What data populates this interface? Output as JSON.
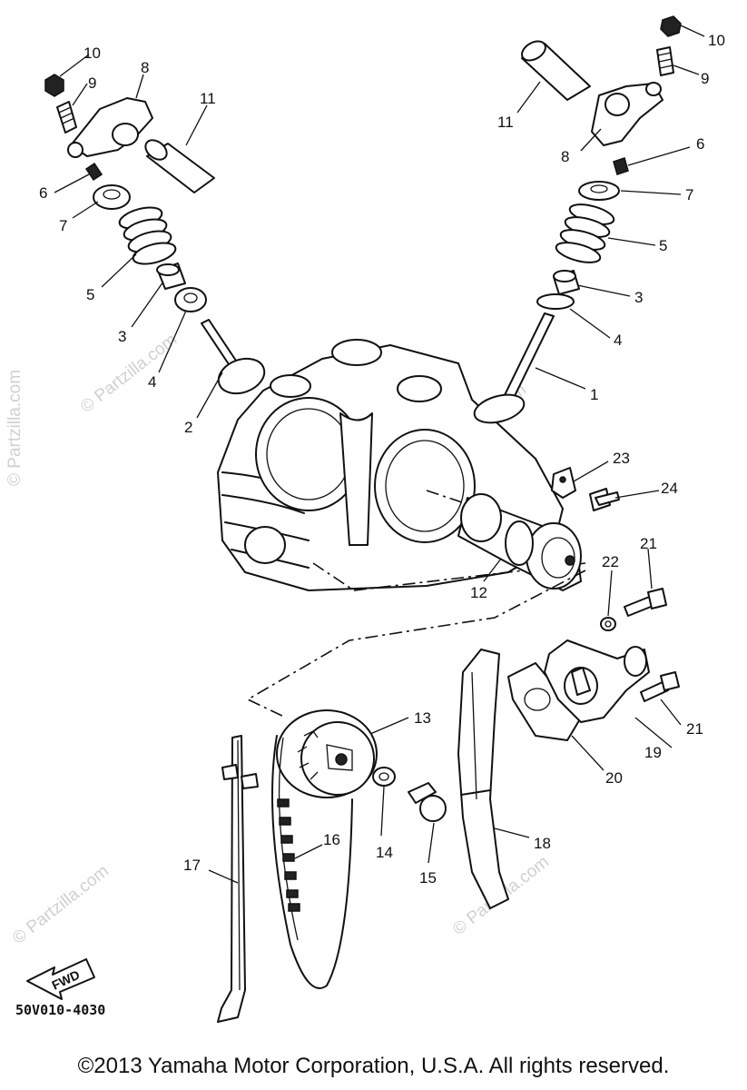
{
  "watermark": {
    "text": "© Partzilla.com"
  },
  "callouts": {
    "c1": "1",
    "c2": "2",
    "c3_left": "3",
    "c3_right": "3",
    "c4_left": "4",
    "c4_right": "4",
    "c5_left": "5",
    "c5_right": "5",
    "c6_left": "6",
    "c6_right": "6",
    "c7_left": "7",
    "c7_right": "7",
    "c8_left": "8",
    "c8_right": "8",
    "c9_left": "9",
    "c9_right": "9",
    "c10_left": "10",
    "c10_right": "10",
    "c11_left": "11",
    "c11_right": "11",
    "c12": "12",
    "c13": "13",
    "c14": "14",
    "c15": "15",
    "c16": "16",
    "c17": "17",
    "c18": "18",
    "c19": "19",
    "c20": "20",
    "c21_top": "21",
    "c21_bottom": "21",
    "c22": "22",
    "c23": "23",
    "c24": "24"
  },
  "fwd_arrow": {
    "label": "FWD",
    "icon": "arrow-left-down-icon"
  },
  "diagram_code": "50V010-4030",
  "copyright": "©2013 Yamaha Motor Corporation, U.S.A. All rights reserved."
}
